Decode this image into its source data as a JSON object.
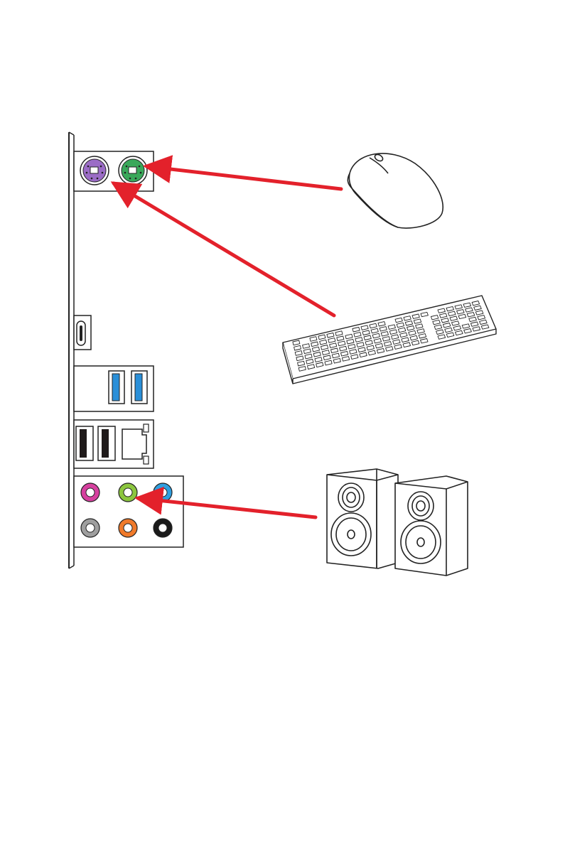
{
  "colors": {
    "arrow": "#e3212b",
    "ps2_mouse": "#3aa85a",
    "ps2_keyboard": "#9b6cc6",
    "usb3": "#2a8fd8",
    "usb2": "#1f1a1a",
    "audio_pink": "#d6409f",
    "audio_lime": "#8cc63f",
    "audio_blue": "#2f9fe0",
    "audio_gray": "#9e9e9e",
    "audio_orange": "#f07a2a",
    "audio_black": "#1a1a1a",
    "line": "#222222"
  },
  "ports": {
    "ps2": [
      "keyboard-port-purple",
      "mouse-port-green"
    ],
    "usb_c": 1,
    "usb3": 2,
    "usb2": 2,
    "lan": 1,
    "audio_jacks": [
      "pink",
      "lime",
      "blue",
      "gray",
      "orange",
      "black"
    ]
  },
  "devices": [
    "mouse-icon",
    "keyboard-icon",
    "speakers-icon"
  ],
  "connections": [
    {
      "from": "mouse-icon",
      "to": "ps2-mouse-port"
    },
    {
      "from": "keyboard-icon",
      "to": "ps2-keyboard-port"
    },
    {
      "from": "speakers-icon",
      "to": "audio-line-out-jack"
    }
  ]
}
